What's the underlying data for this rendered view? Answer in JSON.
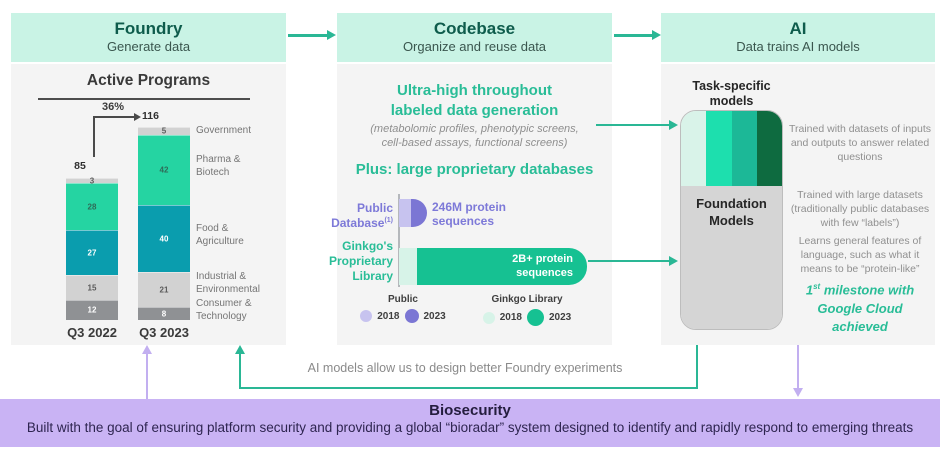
{
  "foundry": {
    "title": "Foundry",
    "subtitle": "Generate data"
  },
  "codebase": {
    "title": "Codebase",
    "subtitle": "Organize and reuse data",
    "headline_line1": "Ultra-high throughout",
    "headline_line2": "labeled data generation",
    "detail_line1": "(metabolomic profiles, phenotypic screens,",
    "detail_line2": "cell-based assays, functional screens)",
    "plus_headline": "Plus: large proprietary databases",
    "public_label_line1": "Public",
    "public_label_line2": "Database",
    "public_label_sup": "(1)",
    "public_value": "246M protein sequences",
    "ginkgo_label_line1": "Ginkgo's",
    "ginkgo_label_line2": "Proprietary",
    "ginkgo_label_line3": "Library",
    "ginkgo_value": "2B+ protein sequences",
    "legend": {
      "public_title": "Public",
      "public_2018": "2018",
      "public_2023": "2023",
      "ginkgo_title": "Ginkgo Library",
      "ginkgo_2018": "2018",
      "ginkgo_2023": "2023"
    }
  },
  "ai": {
    "title": "AI",
    "subtitle": "Data trains AI models",
    "task_specific_label": "Task-specific models",
    "foundation_label": "Foundation Models",
    "bullet1": "Trained with datasets of inputs and outputs to answer related questions",
    "bullet2": "Trained with large datasets (traditionally public databases with few “labels”)",
    "bullet3": "Learns general features of language, such as what it means to be “protein-like”",
    "milestone_num": "1",
    "milestone_sup": "st",
    "milestone_rest": "milestone with",
    "milestone_line2": "Google Cloud",
    "milestone_line3": "achieved"
  },
  "feedback_text": "AI models allow us to design better Foundry experiments",
  "biosecurity": {
    "title": "Biosecurity",
    "description": "Built with the goal of ensuring platform security and providing a global “bioradar” system designed to identify and rapidly respond to emerging threats"
  },
  "chart_data": [
    {
      "type": "bar",
      "title": "Active Programs",
      "growth_label": "36%",
      "categories": [
        "Q3 2022",
        "Q3 2023"
      ],
      "totals": [
        "85",
        "116"
      ],
      "stacking": "segments listed top-to-bottom as displayed",
      "series": [
        {
          "name": "Government",
          "color": "#d2d2d2",
          "label_color": "#5a5a5a",
          "values": [
            3,
            5
          ]
        },
        {
          "name": "Pharma & Biotech",
          "color": "#25d4a2",
          "label_color": "#2f6b58",
          "values": [
            28,
            42
          ]
        },
        {
          "name": "Food & Agriculture",
          "color": "#0a9dae",
          "label_color": "#ffffff",
          "values": [
            27,
            40
          ]
        },
        {
          "name": "Industrial & Environmental",
          "color": "#d2d2d2",
          "label_color": "#5a5a5a",
          "values": [
            15,
            21
          ]
        },
        {
          "name": "Consumer & Technology",
          "color": "#8f9194",
          "label_color": "#ffffff",
          "values": [
            12,
            8
          ]
        }
      ]
    },
    {
      "type": "bar",
      "title": "Plus: large proprietary databases",
      "categories": [
        "Public Database(1)",
        "Ginkgo's Proprietary Library"
      ],
      "values": [
        "246M protein sequences",
        "2B+ protein sequences"
      ],
      "legend": [
        "Public 2018",
        "Public 2023",
        "Ginkgo Library 2018",
        "Ginkgo Library 2023"
      ],
      "legend_colors": [
        "#c7c3ef",
        "#7b76d4",
        "#d7f3e8",
        "#16c192"
      ]
    }
  ]
}
